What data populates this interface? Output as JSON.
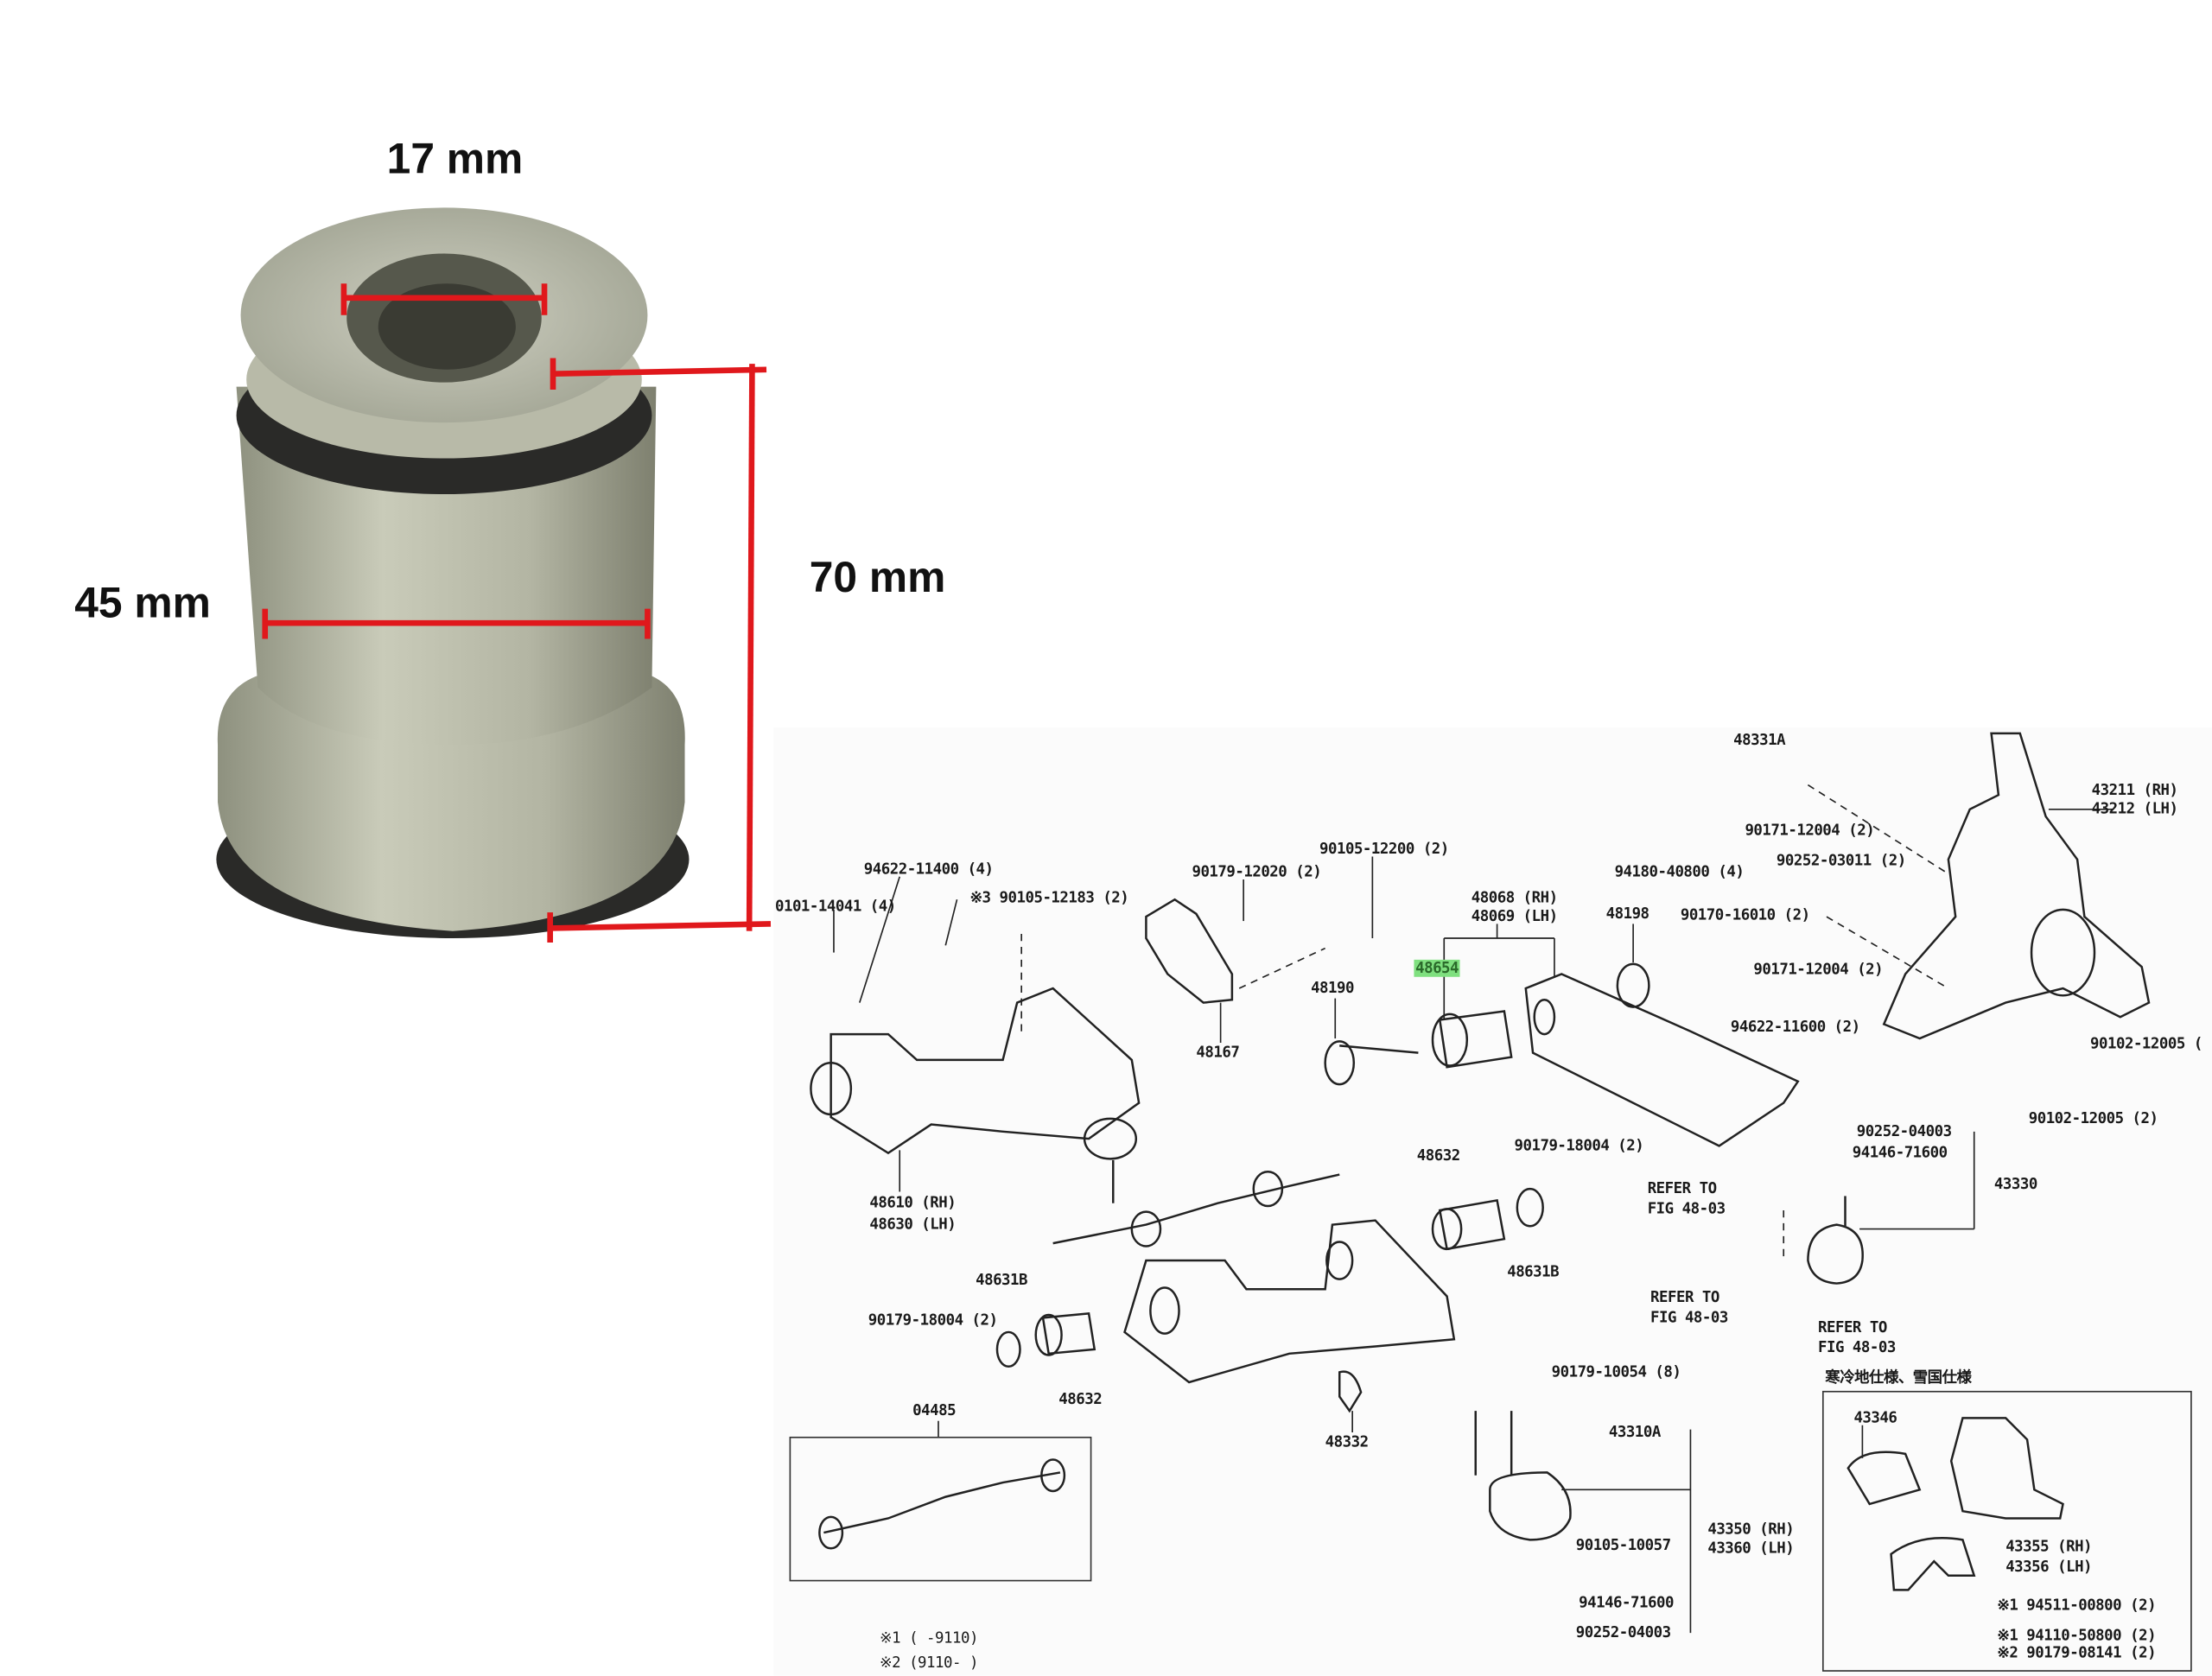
{
  "photo": {
    "dimensions": {
      "inner_diameter": "17 mm",
      "outer_diameter": "45 mm",
      "height": "70 mm"
    },
    "colors": {
      "measure_line": "#e0181c",
      "bushing_metal": "#b9bcaa",
      "rubber": "#2a2a28"
    }
  },
  "diagram": {
    "highlighted_part": "48654",
    "highlight_color": "#7fe07f",
    "labels": [
      "48331A",
      "43211 (RH)",
      "43212 (LH)",
      "90171-12004 (2)",
      "94180-40800 (4)",
      "90252-03011 (2)",
      "90105-12200 (2)",
      "94622-11400 (4)",
      "90179-12020 (2)",
      "0101-14041 (4)",
      "※3 90105-12183 (2)",
      "48068 (RH)",
      "48069 (LH)",
      "48198",
      "90170-16010 (2)",
      "48654",
      "90171-12004 (2)",
      "48190",
      "94622-11600 (2)",
      "90102-12005 (",
      "48167",
      "90102-12005 (2)",
      "90252-04003",
      "94146-71600",
      "90179-18004 (2)",
      "48632",
      "43330",
      "REFER TO",
      "FIG 48-03",
      "48610 (RH)",
      "48630 (LH)",
      "48631B",
      "48631B",
      "REFER TO",
      "FIG 48-03",
      "90179-18004 (2)",
      "REFER TO",
      "FIG 48-03",
      "48632",
      "寒冷地仕様、雪国仕様",
      "90179-10054 (8)",
      "04485",
      "43346",
      "48332",
      "43310A",
      "43350 (RH)",
      "43360 (LH)",
      "90105-10057",
      "43355 (RH)",
      "43356 (LH)",
      "94146-71600",
      "90252-04003",
      "※1 94511-00800 (2)",
      "※1 94110-50800 (2)",
      "※2 90179-08141 (2)",
      "※1 (     -9110)",
      "※2 (9110-     )"
    ]
  }
}
